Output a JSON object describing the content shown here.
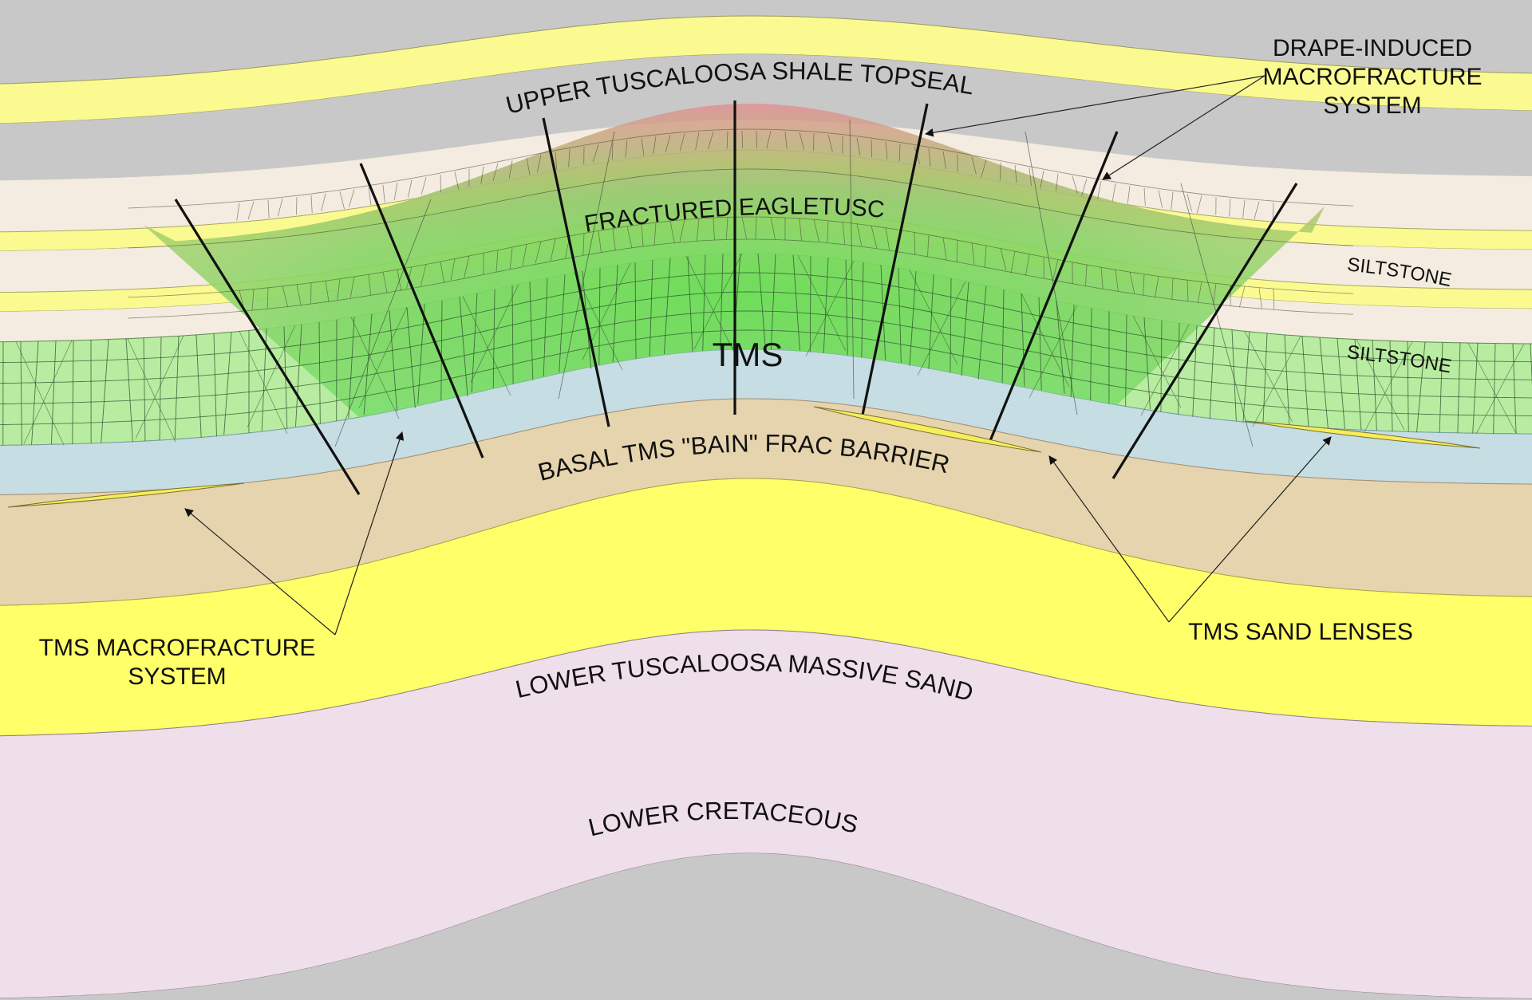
{
  "colors": {
    "frame_bar": "#2f5f5f",
    "background_gray": "#c8c8c8",
    "yellow_sand": "#fafa91",
    "tan_cream": "#f4ece0",
    "fractured_green": "#b8eca0",
    "tms_core_green": "#6ee068",
    "topseal_red": "#e08890",
    "frac_barrier_blue": "#c6dde3",
    "tan_brown": "#e6d4ae",
    "massive_sand_yellow": "#ffff6a",
    "lower_cretaceous_pink": "#efdfea",
    "line_black": "#111111"
  },
  "labels": {
    "topseal": "UPPER TUSCALOOSA SHALE TOPSEAL",
    "eagletusc": "FRACTURED EAGLETUSC",
    "tms": "TMS",
    "siltstone_1": "SILTSTONE",
    "siltstone_2": "SILTSTONE",
    "frac_barrier": "BASAL TMS \"BAIN\" FRAC BARRIER",
    "macro_left_line1": "TMS MACROFRACTURE",
    "macro_left_line2": "SYSTEM",
    "drape_line1": "DRAPE-INDUCED",
    "drape_line2": "MACROFRACTURE",
    "drape_line3": "SYSTEM",
    "sand_lenses": "TMS SAND LENSES",
    "massive_sand": "LOWER TUSCALOOSA MASSIVE SAND",
    "lower_cretaceous": "LOWER CRETACEOUS"
  }
}
